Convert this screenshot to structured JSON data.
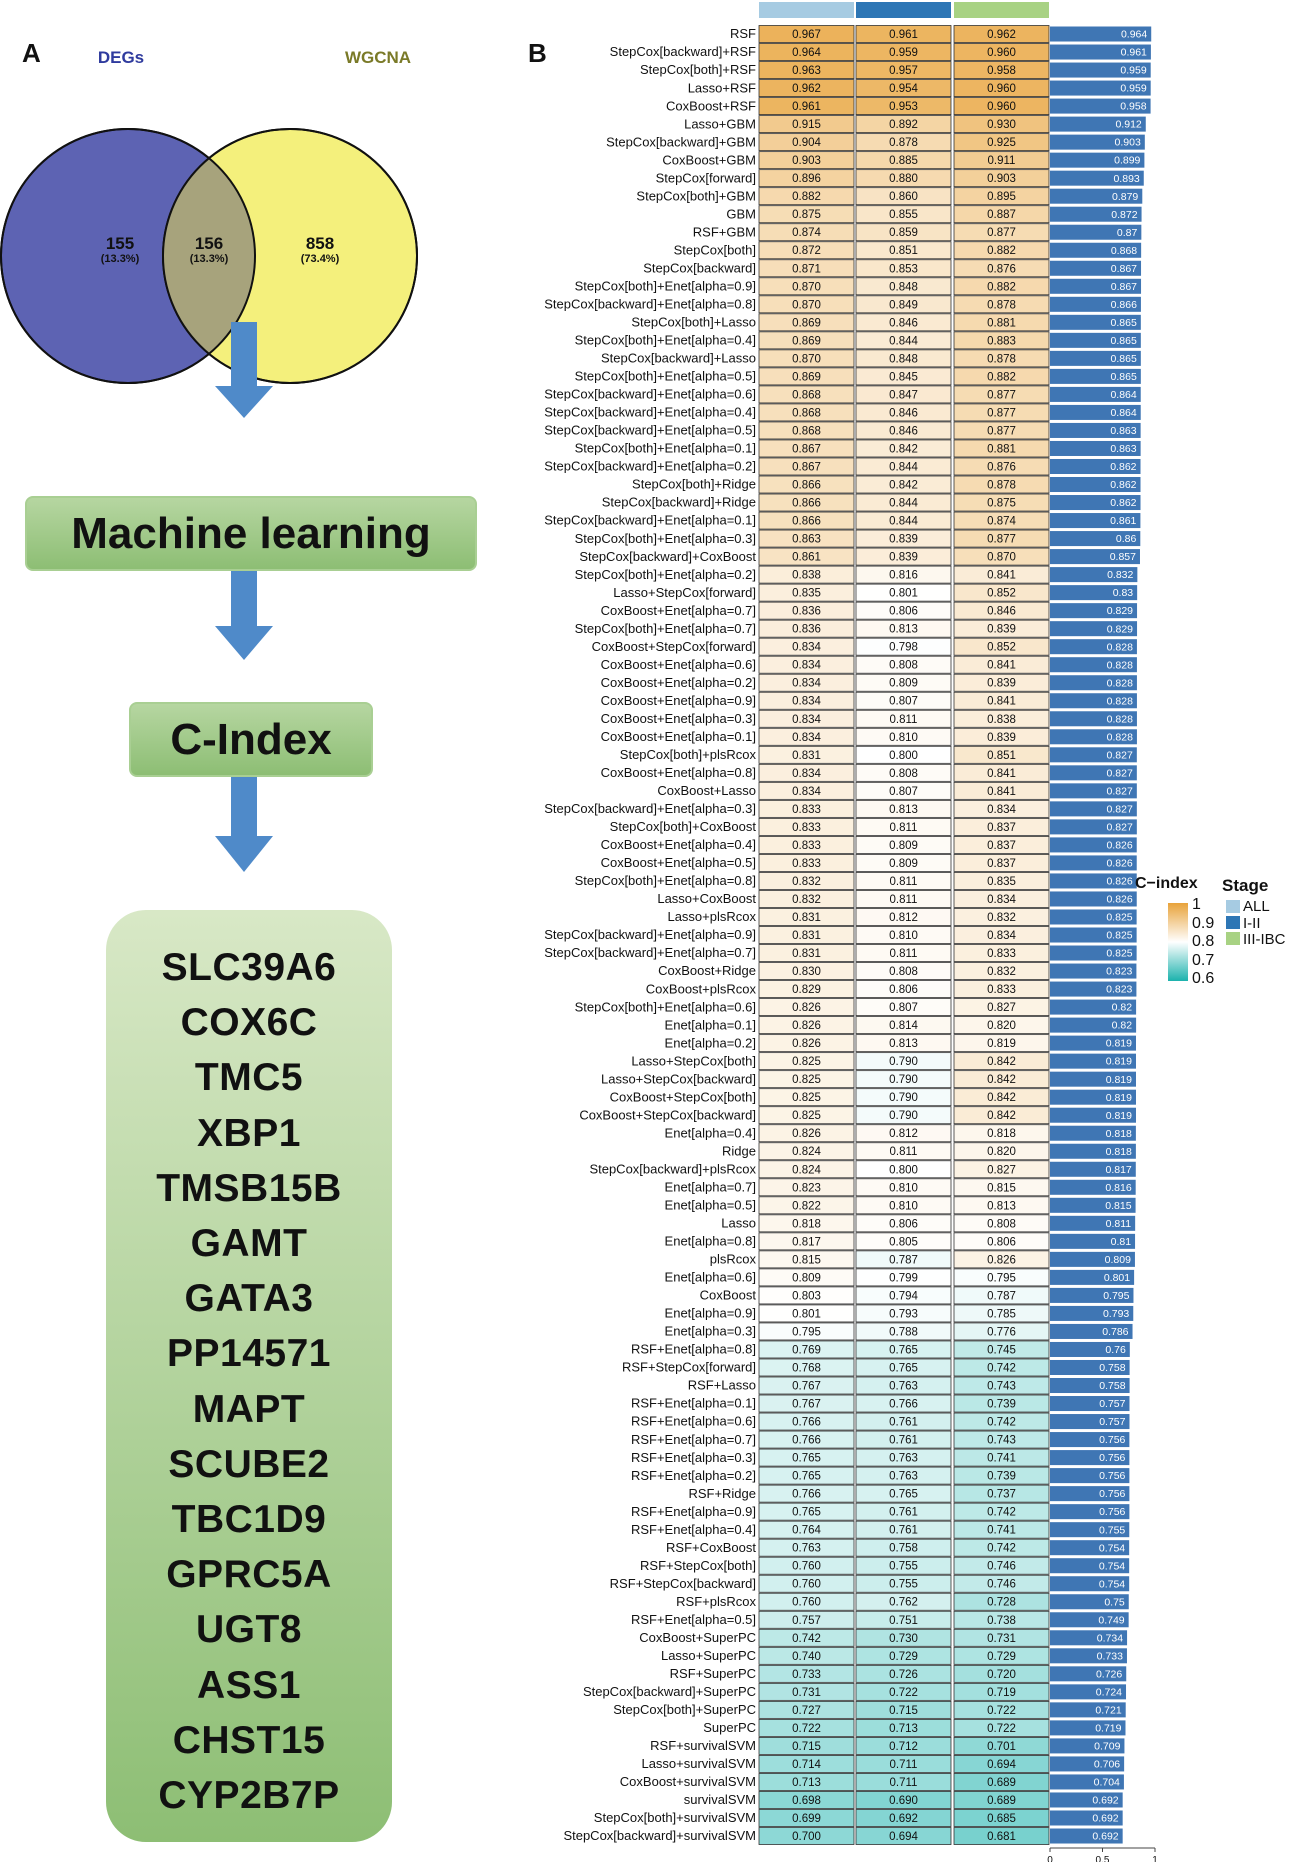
{
  "panel_a": {
    "letter": "A",
    "venn": {
      "set_left": {
        "label": "DEGs",
        "count": "155",
        "pct": "(13.3%)",
        "color": "#5d63b3"
      },
      "set_right": {
        "label": "WGCNA",
        "count": "858",
        "pct": "(73.4%)",
        "color": "#f4f07c"
      },
      "overlap": {
        "count": "156",
        "pct": "(13.3%)",
        "color": "#a7a37c"
      },
      "label_colors": {
        "left": "#2f3b9e",
        "right": "#7a7a28"
      }
    },
    "flow": {
      "step1": "Machine learning",
      "step2": "C-Index"
    },
    "genes": [
      "SLC39A6",
      "COX6C",
      "TMC5",
      "XBP1",
      "TMSB15B",
      "GAMT",
      "GATA3",
      "PP14571",
      "MAPT",
      "SCUBE2",
      "TBC1D9",
      "GPRC5A",
      "UGT8",
      "ASS1",
      "CHST15",
      "CYP2B7P"
    ],
    "colors": {
      "arrow": "#4f8ac9",
      "box": "#8dbe74"
    }
  },
  "panel_b": {
    "letter": "B"
  },
  "chart_data": {
    "type": "heatmap",
    "columns": [
      "ALL",
      "I-II",
      "III-IBC"
    ],
    "column_colors": [
      "#a6cbe2",
      "#2d76b5",
      "#a8d283"
    ],
    "colorscale": {
      "low": "#1cb2ad",
      "mid": "#ffffff",
      "high": "#e8a33a",
      "range": [
        0.6,
        1.0
      ]
    },
    "legend": {
      "title": "C−index",
      "ticks": [
        "1",
        "0.9",
        "0.8",
        "0.7",
        "0.6"
      ],
      "placement": "right"
    },
    "stage_legend": {
      "title": "Stage",
      "items": [
        "ALL",
        "I-II",
        "III-IBC"
      ]
    },
    "bar_color": "#3f76b4",
    "bar_axis_ticks": [
      "0",
      "0.5",
      "1"
    ],
    "bar_axis_range": [
      0,
      1
    ],
    "rows": [
      {
        "model": "RSF",
        "values": [
          "0.967",
          "0.961",
          "0.962"
        ],
        "mean": "0.964"
      },
      {
        "model": "StepCox[backward]+RSF",
        "values": [
          "0.964",
          "0.959",
          "0.960"
        ],
        "mean": "0.961"
      },
      {
        "model": "StepCox[both]+RSF",
        "values": [
          "0.963",
          "0.957",
          "0.958"
        ],
        "mean": "0.959"
      },
      {
        "model": "Lasso+RSF",
        "values": [
          "0.962",
          "0.954",
          "0.960"
        ],
        "mean": "0.959"
      },
      {
        "model": "CoxBoost+RSF",
        "values": [
          "0.961",
          "0.953",
          "0.960"
        ],
        "mean": "0.958"
      },
      {
        "model": "Lasso+GBM",
        "values": [
          "0.915",
          "0.892",
          "0.930"
        ],
        "mean": "0.912"
      },
      {
        "model": "StepCox[backward]+GBM",
        "values": [
          "0.904",
          "0.878",
          "0.925"
        ],
        "mean": "0.903"
      },
      {
        "model": "CoxBoost+GBM",
        "values": [
          "0.903",
          "0.885",
          "0.911"
        ],
        "mean": "0.899"
      },
      {
        "model": "StepCox[forward]",
        "values": [
          "0.896",
          "0.880",
          "0.903"
        ],
        "mean": "0.893"
      },
      {
        "model": "StepCox[both]+GBM",
        "values": [
          "0.882",
          "0.860",
          "0.895"
        ],
        "mean": "0.879"
      },
      {
        "model": "GBM",
        "values": [
          "0.875",
          "0.855",
          "0.887"
        ],
        "mean": "0.872"
      },
      {
        "model": "RSF+GBM",
        "values": [
          "0.874",
          "0.859",
          "0.877"
        ],
        "mean": "0.87"
      },
      {
        "model": "StepCox[both]",
        "values": [
          "0.872",
          "0.851",
          "0.882"
        ],
        "mean": "0.868"
      },
      {
        "model": "StepCox[backward]",
        "values": [
          "0.871",
          "0.853",
          "0.876"
        ],
        "mean": "0.867"
      },
      {
        "model": "StepCox[both]+Enet[alpha=0.9]",
        "values": [
          "0.870",
          "0.848",
          "0.882"
        ],
        "mean": "0.867"
      },
      {
        "model": "StepCox[backward]+Enet[alpha=0.8]",
        "values": [
          "0.870",
          "0.849",
          "0.878"
        ],
        "mean": "0.866"
      },
      {
        "model": "StepCox[both]+Lasso",
        "values": [
          "0.869",
          "0.846",
          "0.881"
        ],
        "mean": "0.865"
      },
      {
        "model": "StepCox[both]+Enet[alpha=0.4]",
        "values": [
          "0.869",
          "0.844",
          "0.883"
        ],
        "mean": "0.865"
      },
      {
        "model": "StepCox[backward]+Lasso",
        "values": [
          "0.870",
          "0.848",
          "0.878"
        ],
        "mean": "0.865"
      },
      {
        "model": "StepCox[both]+Enet[alpha=0.5]",
        "values": [
          "0.869",
          "0.845",
          "0.882"
        ],
        "mean": "0.865"
      },
      {
        "model": "StepCox[backward]+Enet[alpha=0.6]",
        "values": [
          "0.868",
          "0.847",
          "0.877"
        ],
        "mean": "0.864"
      },
      {
        "model": "StepCox[backward]+Enet[alpha=0.4]",
        "values": [
          "0.868",
          "0.846",
          "0.877"
        ],
        "mean": "0.864"
      },
      {
        "model": "StepCox[backward]+Enet[alpha=0.5]",
        "values": [
          "0.868",
          "0.846",
          "0.877"
        ],
        "mean": "0.863"
      },
      {
        "model": "StepCox[both]+Enet[alpha=0.1]",
        "values": [
          "0.867",
          "0.842",
          "0.881"
        ],
        "mean": "0.863"
      },
      {
        "model": "StepCox[backward]+Enet[alpha=0.2]",
        "values": [
          "0.867",
          "0.844",
          "0.876"
        ],
        "mean": "0.862"
      },
      {
        "model": "StepCox[both]+Ridge",
        "values": [
          "0.866",
          "0.842",
          "0.878"
        ],
        "mean": "0.862"
      },
      {
        "model": "StepCox[backward]+Ridge",
        "values": [
          "0.866",
          "0.844",
          "0.875"
        ],
        "mean": "0.862"
      },
      {
        "model": "StepCox[backward]+Enet[alpha=0.1]",
        "values": [
          "0.866",
          "0.844",
          "0.874"
        ],
        "mean": "0.861"
      },
      {
        "model": "StepCox[both]+Enet[alpha=0.3]",
        "values": [
          "0.863",
          "0.839",
          "0.877"
        ],
        "mean": "0.86"
      },
      {
        "model": "StepCox[backward]+CoxBoost",
        "values": [
          "0.861",
          "0.839",
          "0.870"
        ],
        "mean": "0.857"
      },
      {
        "model": "StepCox[both]+Enet[alpha=0.2]",
        "values": [
          "0.838",
          "0.816",
          "0.841"
        ],
        "mean": "0.832"
      },
      {
        "model": "Lasso+StepCox[forward]",
        "values": [
          "0.835",
          "0.801",
          "0.852"
        ],
        "mean": "0.83"
      },
      {
        "model": "CoxBoost+Enet[alpha=0.7]",
        "values": [
          "0.836",
          "0.806",
          "0.846"
        ],
        "mean": "0.829"
      },
      {
        "model": "StepCox[both]+Enet[alpha=0.7]",
        "values": [
          "0.836",
          "0.813",
          "0.839"
        ],
        "mean": "0.829"
      },
      {
        "model": "CoxBoost+StepCox[forward]",
        "values": [
          "0.834",
          "0.798",
          "0.852"
        ],
        "mean": "0.828"
      },
      {
        "model": "CoxBoost+Enet[alpha=0.6]",
        "values": [
          "0.834",
          "0.808",
          "0.841"
        ],
        "mean": "0.828"
      },
      {
        "model": "CoxBoost+Enet[alpha=0.2]",
        "values": [
          "0.834",
          "0.809",
          "0.839"
        ],
        "mean": "0.828"
      },
      {
        "model": "CoxBoost+Enet[alpha=0.9]",
        "values": [
          "0.834",
          "0.807",
          "0.841"
        ],
        "mean": "0.828"
      },
      {
        "model": "CoxBoost+Enet[alpha=0.3]",
        "values": [
          "0.834",
          "0.811",
          "0.838"
        ],
        "mean": "0.828"
      },
      {
        "model": "CoxBoost+Enet[alpha=0.1]",
        "values": [
          "0.834",
          "0.810",
          "0.839"
        ],
        "mean": "0.828"
      },
      {
        "model": "StepCox[both]+plsRcox",
        "values": [
          "0.831",
          "0.800",
          "0.851"
        ],
        "mean": "0.827"
      },
      {
        "model": "CoxBoost+Enet[alpha=0.8]",
        "values": [
          "0.834",
          "0.808",
          "0.841"
        ],
        "mean": "0.827"
      },
      {
        "model": "CoxBoost+Lasso",
        "values": [
          "0.834",
          "0.807",
          "0.841"
        ],
        "mean": "0.827"
      },
      {
        "model": "StepCox[backward]+Enet[alpha=0.3]",
        "values": [
          "0.833",
          "0.813",
          "0.834"
        ],
        "mean": "0.827"
      },
      {
        "model": "StepCox[both]+CoxBoost",
        "values": [
          "0.833",
          "0.811",
          "0.837"
        ],
        "mean": "0.827"
      },
      {
        "model": "CoxBoost+Enet[alpha=0.4]",
        "values": [
          "0.833",
          "0.809",
          "0.837"
        ],
        "mean": "0.826"
      },
      {
        "model": "CoxBoost+Enet[alpha=0.5]",
        "values": [
          "0.833",
          "0.809",
          "0.837"
        ],
        "mean": "0.826"
      },
      {
        "model": "StepCox[both]+Enet[alpha=0.8]",
        "values": [
          "0.832",
          "0.811",
          "0.835"
        ],
        "mean": "0.826"
      },
      {
        "model": "Lasso+CoxBoost",
        "values": [
          "0.832",
          "0.811",
          "0.834"
        ],
        "mean": "0.826"
      },
      {
        "model": "Lasso+plsRcox",
        "values": [
          "0.831",
          "0.812",
          "0.832"
        ],
        "mean": "0.825"
      },
      {
        "model": "StepCox[backward]+Enet[alpha=0.9]",
        "values": [
          "0.831",
          "0.810",
          "0.834"
        ],
        "mean": "0.825"
      },
      {
        "model": "StepCox[backward]+Enet[alpha=0.7]",
        "values": [
          "0.831",
          "0.811",
          "0.833"
        ],
        "mean": "0.825"
      },
      {
        "model": "CoxBoost+Ridge",
        "values": [
          "0.830",
          "0.808",
          "0.832"
        ],
        "mean": "0.823"
      },
      {
        "model": "CoxBoost+plsRcox",
        "values": [
          "0.829",
          "0.806",
          "0.833"
        ],
        "mean": "0.823"
      },
      {
        "model": "StepCox[both]+Enet[alpha=0.6]",
        "values": [
          "0.826",
          "0.807",
          "0.827"
        ],
        "mean": "0.82"
      },
      {
        "model": "Enet[alpha=0.1]",
        "values": [
          "0.826",
          "0.814",
          "0.820"
        ],
        "mean": "0.82"
      },
      {
        "model": "Enet[alpha=0.2]",
        "values": [
          "0.826",
          "0.813",
          "0.819"
        ],
        "mean": "0.819"
      },
      {
        "model": "Lasso+StepCox[both]",
        "values": [
          "0.825",
          "0.790",
          "0.842"
        ],
        "mean": "0.819"
      },
      {
        "model": "Lasso+StepCox[backward]",
        "values": [
          "0.825",
          "0.790",
          "0.842"
        ],
        "mean": "0.819"
      },
      {
        "model": "CoxBoost+StepCox[both]",
        "values": [
          "0.825",
          "0.790",
          "0.842"
        ],
        "mean": "0.819"
      },
      {
        "model": "CoxBoost+StepCox[backward]",
        "values": [
          "0.825",
          "0.790",
          "0.842"
        ],
        "mean": "0.819"
      },
      {
        "model": "Enet[alpha=0.4]",
        "values": [
          "0.826",
          "0.812",
          "0.818"
        ],
        "mean": "0.818"
      },
      {
        "model": "Ridge",
        "values": [
          "0.824",
          "0.811",
          "0.820"
        ],
        "mean": "0.818"
      },
      {
        "model": "StepCox[backward]+plsRcox",
        "values": [
          "0.824",
          "0.800",
          "0.827"
        ],
        "mean": "0.817"
      },
      {
        "model": "Enet[alpha=0.7]",
        "values": [
          "0.823",
          "0.810",
          "0.815"
        ],
        "mean": "0.816"
      },
      {
        "model": "Enet[alpha=0.5]",
        "values": [
          "0.822",
          "0.810",
          "0.813"
        ],
        "mean": "0.815"
      },
      {
        "model": "Lasso",
        "values": [
          "0.818",
          "0.806",
          "0.808"
        ],
        "mean": "0.811"
      },
      {
        "model": "Enet[alpha=0.8]",
        "values": [
          "0.817",
          "0.805",
          "0.806"
        ],
        "mean": "0.81"
      },
      {
        "model": "plsRcox",
        "values": [
          "0.815",
          "0.787",
          "0.826"
        ],
        "mean": "0.809"
      },
      {
        "model": "Enet[alpha=0.6]",
        "values": [
          "0.809",
          "0.799",
          "0.795"
        ],
        "mean": "0.801"
      },
      {
        "model": "CoxBoost",
        "values": [
          "0.803",
          "0.794",
          "0.787"
        ],
        "mean": "0.795"
      },
      {
        "model": "Enet[alpha=0.9]",
        "values": [
          "0.801",
          "0.793",
          "0.785"
        ],
        "mean": "0.793"
      },
      {
        "model": "Enet[alpha=0.3]",
        "values": [
          "0.795",
          "0.788",
          "0.776"
        ],
        "mean": "0.786"
      },
      {
        "model": "RSF+Enet[alpha=0.8]",
        "values": [
          "0.769",
          "0.765",
          "0.745"
        ],
        "mean": "0.76"
      },
      {
        "model": "RSF+StepCox[forward]",
        "values": [
          "0.768",
          "0.765",
          "0.742"
        ],
        "mean": "0.758"
      },
      {
        "model": "RSF+Lasso",
        "values": [
          "0.767",
          "0.763",
          "0.743"
        ],
        "mean": "0.758"
      },
      {
        "model": "RSF+Enet[alpha=0.1]",
        "values": [
          "0.767",
          "0.766",
          "0.739"
        ],
        "mean": "0.757"
      },
      {
        "model": "RSF+Enet[alpha=0.6]",
        "values": [
          "0.766",
          "0.761",
          "0.742"
        ],
        "mean": "0.757"
      },
      {
        "model": "RSF+Enet[alpha=0.7]",
        "values": [
          "0.766",
          "0.761",
          "0.743"
        ],
        "mean": "0.756"
      },
      {
        "model": "RSF+Enet[alpha=0.3]",
        "values": [
          "0.765",
          "0.763",
          "0.741"
        ],
        "mean": "0.756"
      },
      {
        "model": "RSF+Enet[alpha=0.2]",
        "values": [
          "0.765",
          "0.763",
          "0.739"
        ],
        "mean": "0.756"
      },
      {
        "model": "RSF+Ridge",
        "values": [
          "0.766",
          "0.765",
          "0.737"
        ],
        "mean": "0.756"
      },
      {
        "model": "RSF+Enet[alpha=0.9]",
        "values": [
          "0.765",
          "0.761",
          "0.742"
        ],
        "mean": "0.756"
      },
      {
        "model": "RSF+Enet[alpha=0.4]",
        "values": [
          "0.764",
          "0.761",
          "0.741"
        ],
        "mean": "0.755"
      },
      {
        "model": "RSF+CoxBoost",
        "values": [
          "0.763",
          "0.758",
          "0.742"
        ],
        "mean": "0.754"
      },
      {
        "model": "RSF+StepCox[both]",
        "values": [
          "0.760",
          "0.755",
          "0.746"
        ],
        "mean": "0.754"
      },
      {
        "model": "RSF+StepCox[backward]",
        "values": [
          "0.760",
          "0.755",
          "0.746"
        ],
        "mean": "0.754"
      },
      {
        "model": "RSF+plsRcox",
        "values": [
          "0.760",
          "0.762",
          "0.728"
        ],
        "mean": "0.75"
      },
      {
        "model": "RSF+Enet[alpha=0.5]",
        "values": [
          "0.757",
          "0.751",
          "0.738"
        ],
        "mean": "0.749"
      },
      {
        "model": "CoxBoost+SuperPC",
        "values": [
          "0.742",
          "0.730",
          "0.731"
        ],
        "mean": "0.734"
      },
      {
        "model": "Lasso+SuperPC",
        "values": [
          "0.740",
          "0.729",
          "0.729"
        ],
        "mean": "0.733"
      },
      {
        "model": "RSF+SuperPC",
        "values": [
          "0.733",
          "0.726",
          "0.720"
        ],
        "mean": "0.726"
      },
      {
        "model": "StepCox[backward]+SuperPC",
        "values": [
          "0.731",
          "0.722",
          "0.719"
        ],
        "mean": "0.724"
      },
      {
        "model": "StepCox[both]+SuperPC",
        "values": [
          "0.727",
          "0.715",
          "0.722"
        ],
        "mean": "0.721"
      },
      {
        "model": "SuperPC",
        "values": [
          "0.722",
          "0.713",
          "0.722"
        ],
        "mean": "0.719"
      },
      {
        "model": "RSF+survivalSVM",
        "values": [
          "0.715",
          "0.712",
          "0.701"
        ],
        "mean": "0.709"
      },
      {
        "model": "Lasso+survivalSVM",
        "values": [
          "0.714",
          "0.711",
          "0.694"
        ],
        "mean": "0.706"
      },
      {
        "model": "CoxBoost+survivalSVM",
        "values": [
          "0.713",
          "0.711",
          "0.689"
        ],
        "mean": "0.704"
      },
      {
        "model": "survivalSVM",
        "values": [
          "0.698",
          "0.690",
          "0.689"
        ],
        "mean": "0.692"
      },
      {
        "model": "StepCox[both]+survivalSVM",
        "values": [
          "0.699",
          "0.692",
          "0.685"
        ],
        "mean": "0.692"
      },
      {
        "model": "StepCox[backward]+survivalSVM",
        "values": [
          "0.700",
          "0.694",
          "0.681"
        ],
        "mean": "0.692"
      }
    ]
  }
}
